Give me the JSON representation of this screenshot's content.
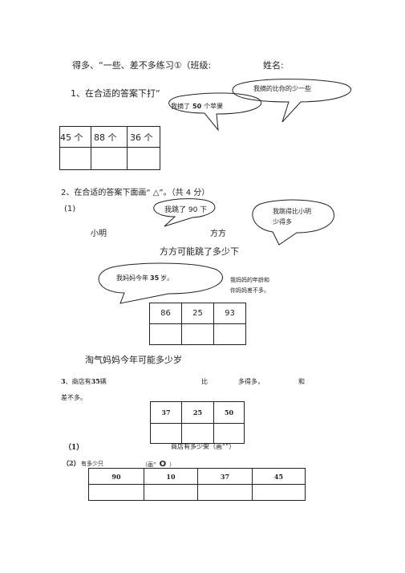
{
  "header": {
    "title": "得多、“一些、差不多练习①（班级:",
    "name_label": "姓名:"
  },
  "q1": {
    "prompt": "1、在合适的答案下打“",
    "bubble_a": {
      "pre": "我摘了",
      "num": "50",
      "post": "个苹果"
    },
    "bubble_b": "我摘的比你的少一些",
    "options": [
      "45 个",
      "88 个",
      "36 个"
    ]
  },
  "q2": {
    "prompt": "2、在合适的答案下面画“ △”。（共 4 分）",
    "part1": {
      "label": "(1)",
      "bubble_a": "我跳了 90 下",
      "bubble_b_line1": "我跳得比小明",
      "bubble_b_line2": "少得多",
      "name_left": "小明",
      "name_right": "方方",
      "question": "方方可能跳了多少下"
    },
    "part2": {
      "bubble": {
        "pre": "我妈妈今年",
        "num": "35",
        "post": "岁。"
      },
      "reply_line1": "我妈妈的年龄和",
      "reply_line2": "你妈妈差不多。",
      "options": [
        "86",
        "25",
        "93"
      ],
      "question": "淘气妈妈今年可能多少岁"
    }
  },
  "q3": {
    "prompt_num": "3",
    "prompt_pre": "、商店有",
    "prompt_count": "35",
    "prompt_unit": "辆",
    "word_bi": "比",
    "word_duo": "多得多，",
    "word_he": "和",
    "line2": "差不多。",
    "options": [
      "37",
      "25",
      "50"
    ],
    "part1_label": "（1）",
    "part1_q": "商店有多少架（画“”）",
    "part2_label": "（2）",
    "part2_q": "有多少只",
    "part2_hint": "（画“",
    "part2_hint_mark": "O",
    "part2_hint_end": "）",
    "options2": [
      "90",
      "10",
      "37",
      "45"
    ]
  }
}
